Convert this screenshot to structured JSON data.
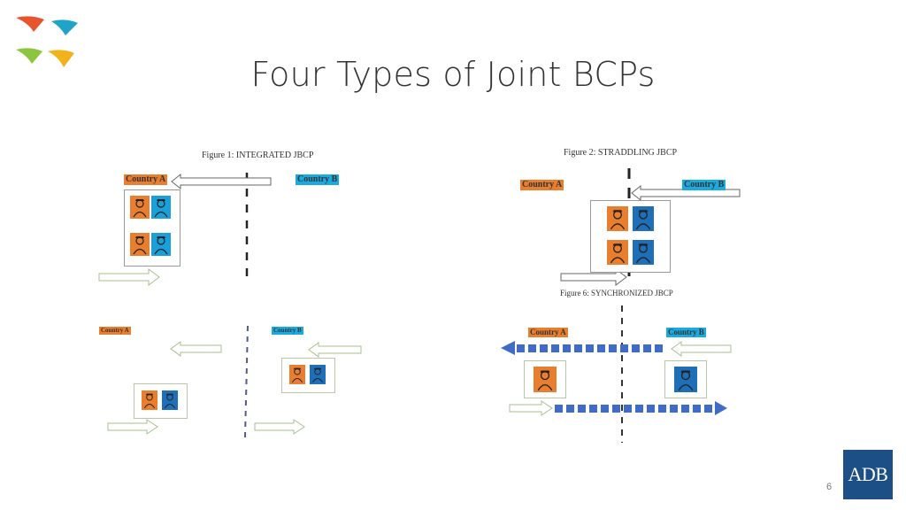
{
  "slide": {
    "title": "Four Types of Joint BCPs",
    "page_number": "6",
    "brand_logo": "ADB"
  },
  "figure1": {
    "title": "Figure 1: INTEGRATED JBCP",
    "country_a": "Country A",
    "country_b": "Country B"
  },
  "figure2": {
    "title": "Figure 2: STRADDLING JBCP",
    "country_a": "Country A",
    "country_b": "Country B"
  },
  "figure3": {
    "country_a": "Country A",
    "country_b": "Country B"
  },
  "figure4": {
    "title": "Figure 6: SYNCHRONIZED JBCP",
    "country_a": "Country A",
    "country_b": "Country B"
  },
  "colors": {
    "orange": "#e97f2e",
    "light_blue": "#19aadf",
    "dark_blue": "#1e6fb8",
    "arrow_blue": "#3f6cc6"
  },
  "icons": [
    "officer-icon",
    "bird-logo-icon"
  ]
}
